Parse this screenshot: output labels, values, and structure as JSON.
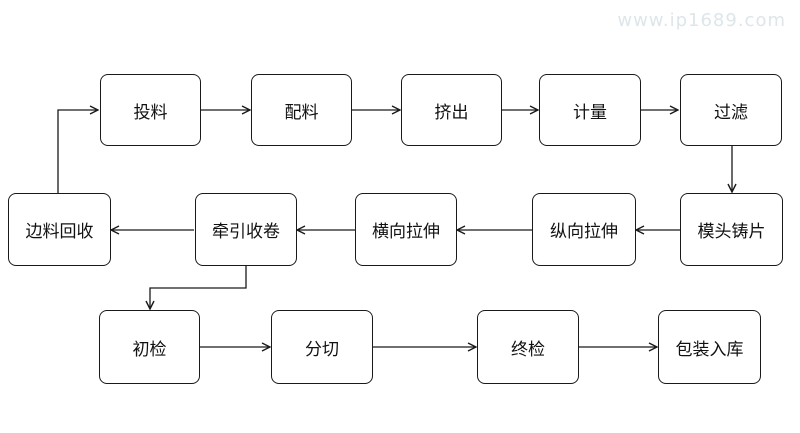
{
  "watermark": "www.ip1689.com",
  "nodes": {
    "feed": "投料",
    "batching": "配料",
    "extrusion": "挤出",
    "metering": "计量",
    "filtering": "过滤",
    "edge_recycling": "边料回收",
    "haul_off_winding": "牵引收卷",
    "transverse_stretching": "横向拉伸",
    "longitudinal_stretching": "纵向拉伸",
    "die_casting": "模头铸片",
    "initial_inspection": "初检",
    "slitting": "分切",
    "final_inspection": "终检",
    "packing_storage": "包装入库"
  }
}
